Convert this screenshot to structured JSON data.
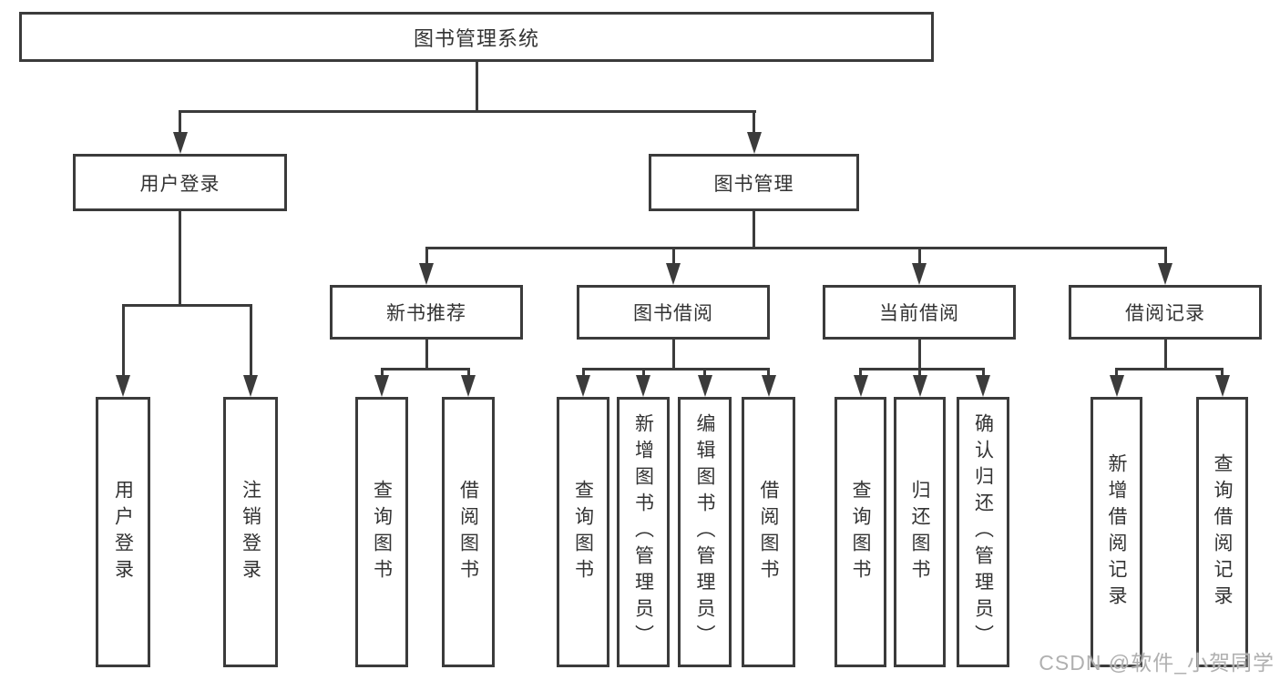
{
  "diagram": {
    "root": {
      "label": "图书管理系统"
    },
    "level2": [
      {
        "label": "用户登录"
      },
      {
        "label": "图书管理"
      }
    ],
    "level3": [
      {
        "label": "新书推荐"
      },
      {
        "label": "图书借阅"
      },
      {
        "label": "当前借阅"
      },
      {
        "label": "借阅记录"
      }
    ],
    "leaves": {
      "user_login": [
        {
          "label": "用户登录"
        },
        {
          "label": "注销登录"
        }
      ],
      "new_book_recommend": [
        {
          "label": "查询图书"
        },
        {
          "label": "借阅图书"
        }
      ],
      "book_borrow": [
        {
          "label": "查询图书"
        },
        {
          "label": "新增图书（管理员）"
        },
        {
          "label": "编辑图书（管理员）"
        },
        {
          "label": "借阅图书"
        }
      ],
      "current_borrow": [
        {
          "label": "查询图书"
        },
        {
          "label": "归还图书"
        },
        {
          "label": "确认归还（管理员）"
        }
      ],
      "borrow_records": [
        {
          "label": "新增借阅记录"
        },
        {
          "label": "查询借阅记录"
        }
      ]
    }
  },
  "watermark": {
    "text": "CSDN @软件_小贺同学"
  },
  "colors": {
    "line": "#3b3b3b",
    "text": "#333333",
    "background": "#ffffff",
    "watermark": "#b0b0b0"
  }
}
